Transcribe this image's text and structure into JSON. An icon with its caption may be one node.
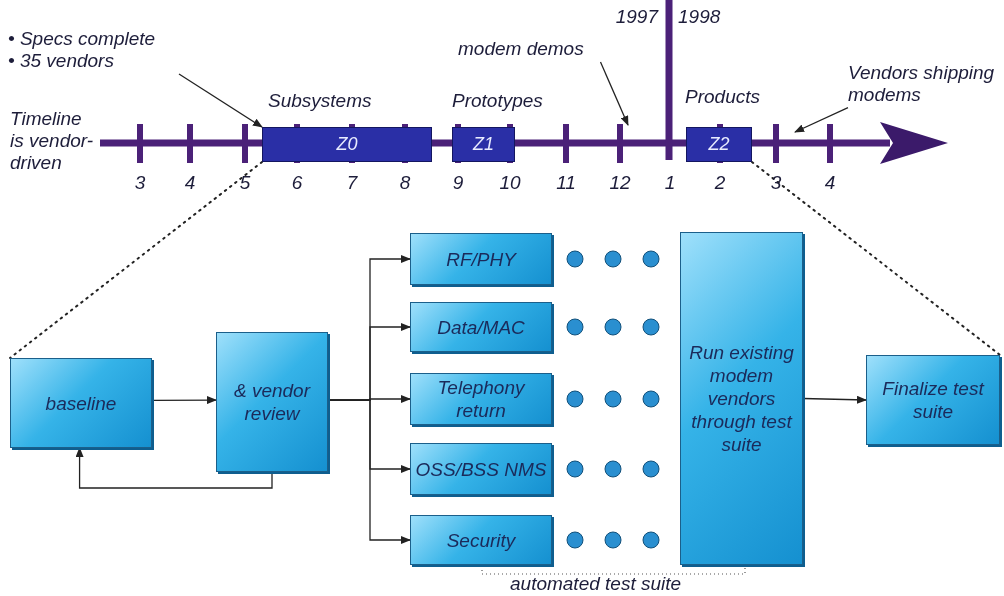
{
  "diagram": {
    "nodes": [
      {
        "text": [
          "• Specs complete",
          "• 35 vendors"
        ]
      },
      {
        "text": [
          "Z0"
        ],
        "beside": [
          "Subsystems"
        ]
      },
      {
        "text": [
          "Z1"
        ],
        "beside": [
          "Prototypes"
        ]
      },
      {
        "text": [
          "Z2"
        ],
        "beside": [
          "Products"
        ]
      },
      {
        "text": [
          "modem demos"
        ]
      },
      {
        "text": [
          "Vendors shipping modems"
        ]
      },
      {
        "text": [
          "baseline"
        ]
      },
      {
        "text": [
          "& vendor review"
        ]
      },
      {
        "text": [
          "RF/PHY"
        ]
      },
      {
        "text": [
          "Data/MAC"
        ]
      },
      {
        "text": [
          "Telephony return"
        ]
      },
      {
        "text": [
          "OSS/BSS NMS"
        ]
      },
      {
        "text": [
          "Security"
        ]
      },
      {
        "text": [
          "Run existing modem vendors through test suite"
        ]
      },
      {
        "text": [
          "Finalize test suite"
        ]
      }
    ],
    "edges": [
      {
        "from": 0,
        "to": 1,
        "arrow": "to"
      },
      {
        "from": 4,
        "to": null,
        "arrow": "to"
      },
      {
        "from": 5,
        "to": null,
        "arrow": "to"
      },
      {
        "from": 1,
        "to": 6,
        "arrow": "none",
        "style": "dashed"
      },
      {
        "from": 3,
        "to": 14,
        "arrow": "none",
        "style": "dashed"
      },
      {
        "from": 6,
        "to": 7,
        "arrow": "to"
      },
      {
        "from": 7,
        "to": 6,
        "arrow": "to"
      },
      {
        "from": 7,
        "to": 8,
        "arrow": "to"
      },
      {
        "from": 7,
        "to": 9,
        "arrow": "to"
      },
      {
        "from": 7,
        "to": 10,
        "arrow": "to"
      },
      {
        "from": 7,
        "to": 11,
        "arrow": "to"
      },
      {
        "from": 7,
        "to": 12,
        "arrow": "to"
      },
      {
        "from": 13,
        "to": 14,
        "arrow": "to"
      }
    ],
    "labels": [
      "1997",
      "1998",
      "Timeline is vendor-driven",
      "3",
      "4",
      "5",
      "6",
      "7",
      "8",
      "9",
      "10",
      "11",
      "12",
      "1",
      "2",
      "3",
      "4",
      "automated test suite"
    ]
  }
}
